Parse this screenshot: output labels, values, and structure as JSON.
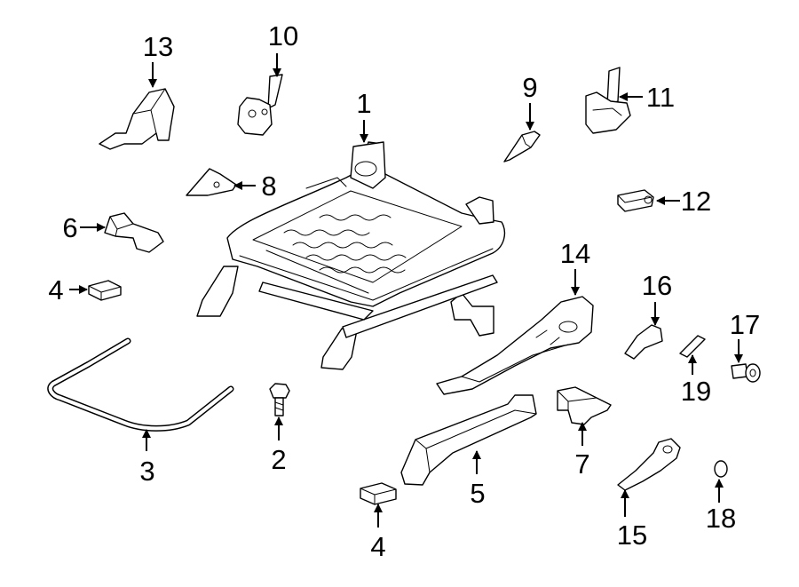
{
  "callouts": [
    {
      "id": "c1",
      "label": "1"
    },
    {
      "id": "c2",
      "label": "2"
    },
    {
      "id": "c3",
      "label": "3"
    },
    {
      "id": "c4a",
      "label": "4"
    },
    {
      "id": "c4b",
      "label": "4"
    },
    {
      "id": "c5",
      "label": "5"
    },
    {
      "id": "c6",
      "label": "6"
    },
    {
      "id": "c7",
      "label": "7"
    },
    {
      "id": "c8",
      "label": "8"
    },
    {
      "id": "c9",
      "label": "9"
    },
    {
      "id": "c10",
      "label": "10"
    },
    {
      "id": "c11",
      "label": "11"
    },
    {
      "id": "c12",
      "label": "12"
    },
    {
      "id": "c13",
      "label": "13"
    },
    {
      "id": "c14",
      "label": "14"
    },
    {
      "id": "c15",
      "label": "15"
    },
    {
      "id": "c16",
      "label": "16"
    },
    {
      "id": "c17",
      "label": "17"
    },
    {
      "id": "c18",
      "label": "18"
    },
    {
      "id": "c19",
      "label": "19"
    }
  ]
}
